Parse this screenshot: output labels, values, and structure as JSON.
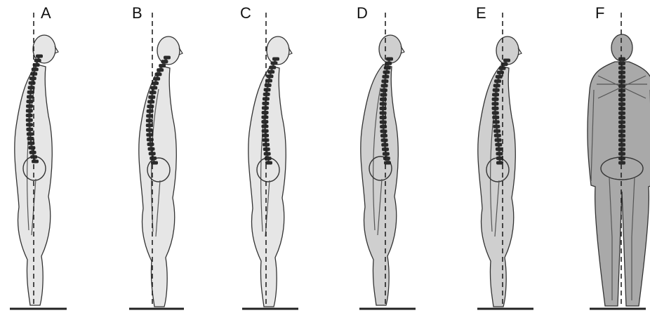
{
  "colors": {
    "background": "#ffffff",
    "ink": "#222222",
    "body_light": "#e3e3e3",
    "body_dark": "#b9b9b9",
    "spine": "#2a2a2a"
  },
  "figures": [
    {
      "label": "A",
      "view": "side",
      "shade": "light"
    },
    {
      "label": "B",
      "view": "side",
      "shade": "light"
    },
    {
      "label": "C",
      "view": "side",
      "shade": "light"
    },
    {
      "label": "D",
      "view": "side",
      "shade": "medium"
    },
    {
      "label": "E",
      "view": "side",
      "shade": "medium"
    },
    {
      "label": "F",
      "view": "back",
      "shade": "dark"
    }
  ]
}
